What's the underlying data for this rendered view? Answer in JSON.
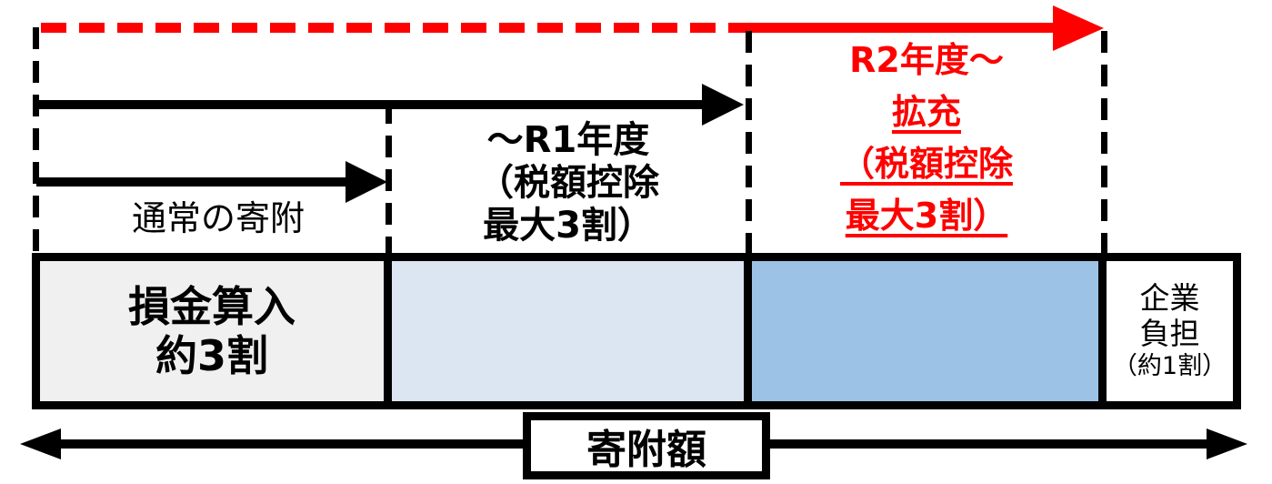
{
  "colors": {
    "accent_red": "#ff0000",
    "line_black": "#000000",
    "segment_loss_inclusion_bg": "#f0f0f0",
    "segment_r1_credit_bg": "#dce6f2",
    "segment_r2_credit_bg": "#9cc3e5",
    "segment_company_burden_bg": "#ffffff"
  },
  "annotations": {
    "normal_donation_label": "通常の寄附",
    "r1_period": {
      "line1": "～R1年度",
      "line2": "（税額控除",
      "line3": "最大3割）"
    },
    "r2_period": {
      "line1": "R2年度～",
      "line2": "拡充",
      "line3": "（税額控除",
      "line4": "最大3割）"
    }
  },
  "bar": {
    "segments": [
      {
        "name": "loss-inclusion",
        "line1": "損金算入",
        "line2": "約3割",
        "color": "#f0f0f0"
      },
      {
        "name": "r1-tax-credit",
        "color": "#dce6f2"
      },
      {
        "name": "r2-tax-credit",
        "color": "#9cc3e5"
      },
      {
        "name": "company-burden",
        "line1": "企業",
        "line2": "負担",
        "line3": "（約1割）",
        "color": "#ffffff"
      }
    ]
  },
  "footer": {
    "donation_amount_label": "寄附額"
  }
}
